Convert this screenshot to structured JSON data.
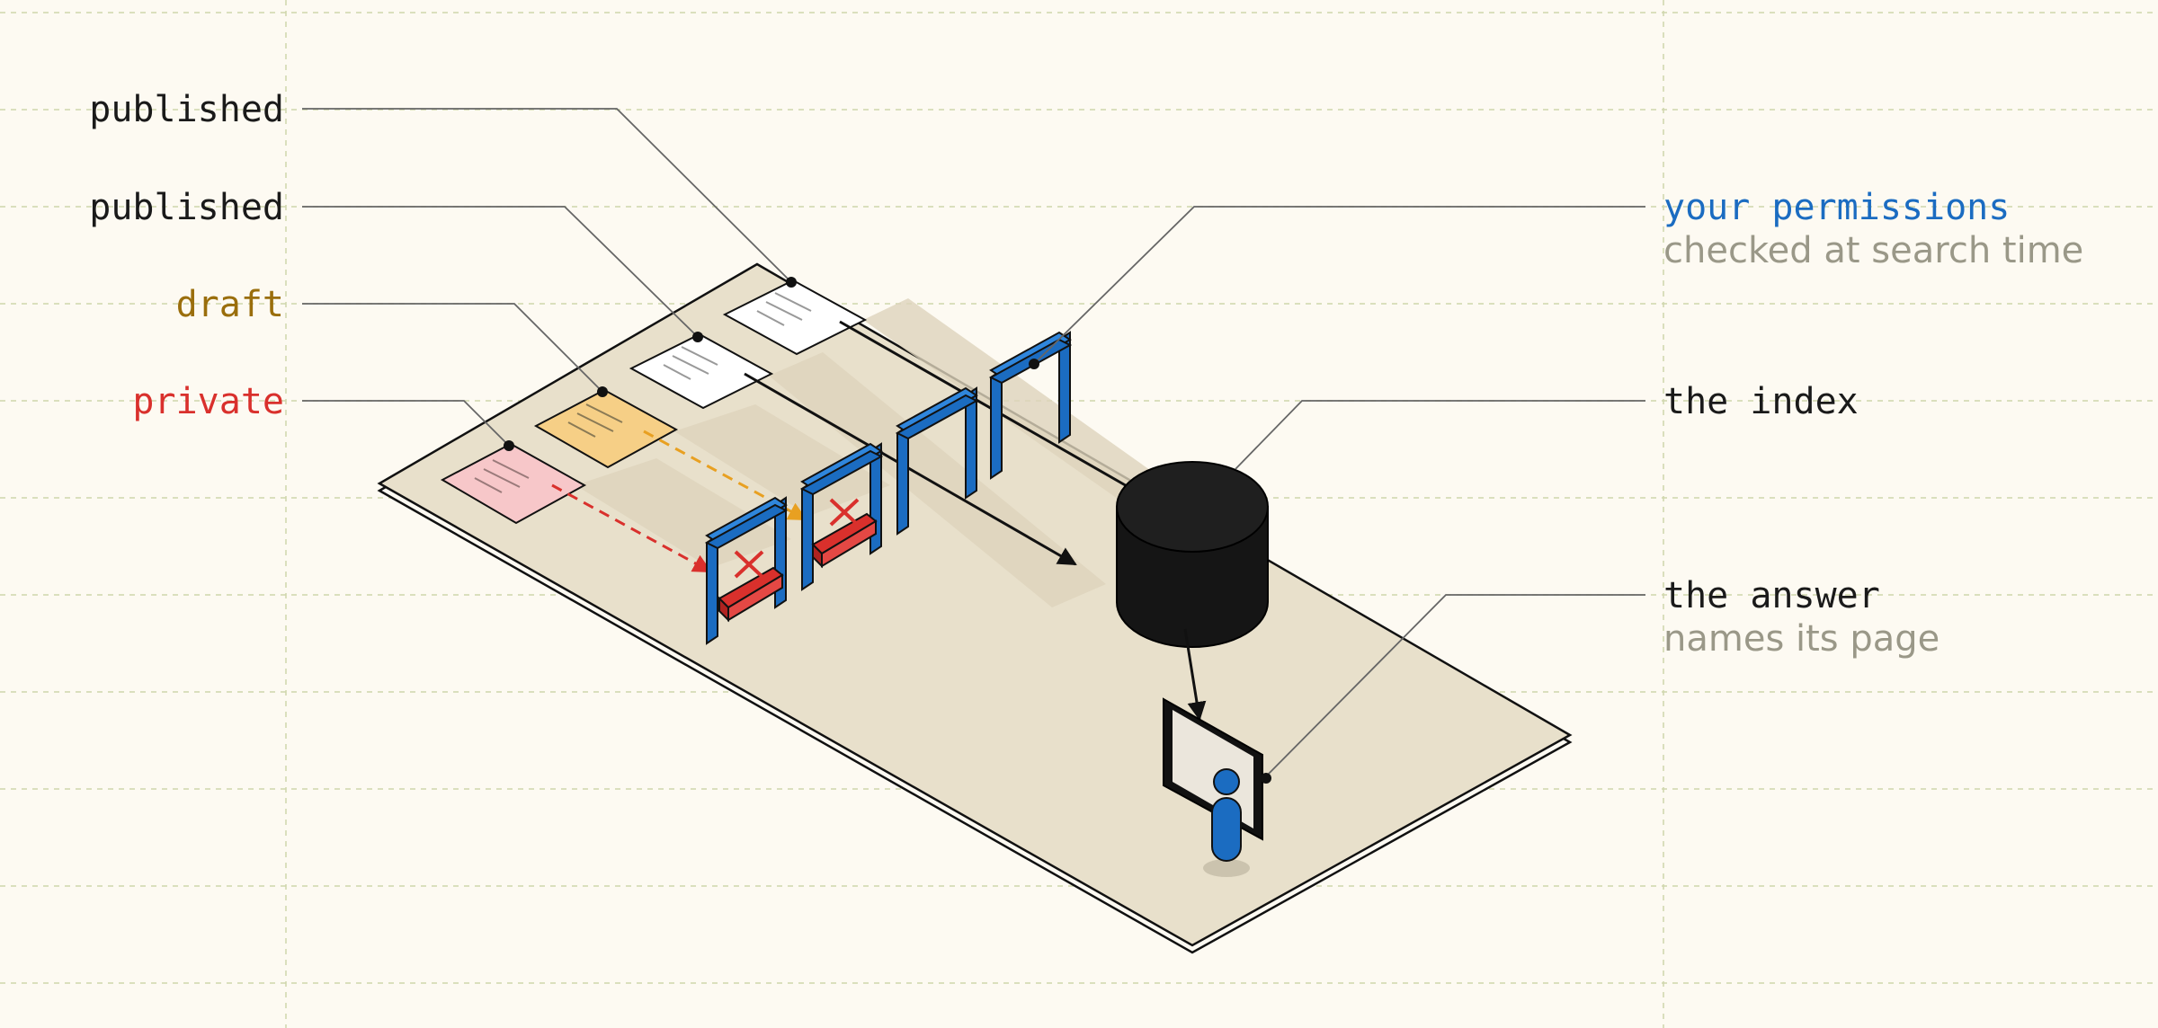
{
  "labels_left": [
    {
      "id": "published-1",
      "text": "published",
      "color": "#1a1a1a"
    },
    {
      "id": "published-2",
      "text": "published",
      "color": "#1a1a1a"
    },
    {
      "id": "draft",
      "text": "draft",
      "color": "#9a6e0c"
    },
    {
      "id": "private",
      "text": "private",
      "color": "#d9302c"
    }
  ],
  "labels_right": [
    {
      "id": "permissions",
      "title": "your permissions",
      "subtitle": "checked at search time",
      "color": "#1b6cc1"
    },
    {
      "id": "index",
      "title": "the index",
      "subtitle": "",
      "color": "#1a1a1a"
    },
    {
      "id": "answer",
      "title": "the answer",
      "subtitle": "names its page",
      "color": "#1a1a1a"
    }
  ],
  "colors": {
    "background": "#fdfaf2",
    "grid": "#c9d2a3",
    "platform": "#e8e0cb",
    "gate": "#1b6cc1",
    "barrier": "#d9302c",
    "draft_doc": "#f6cf86",
    "private_doc": "#f7c7c9",
    "subtitle": "#9a9888",
    "leader": "#555555"
  }
}
